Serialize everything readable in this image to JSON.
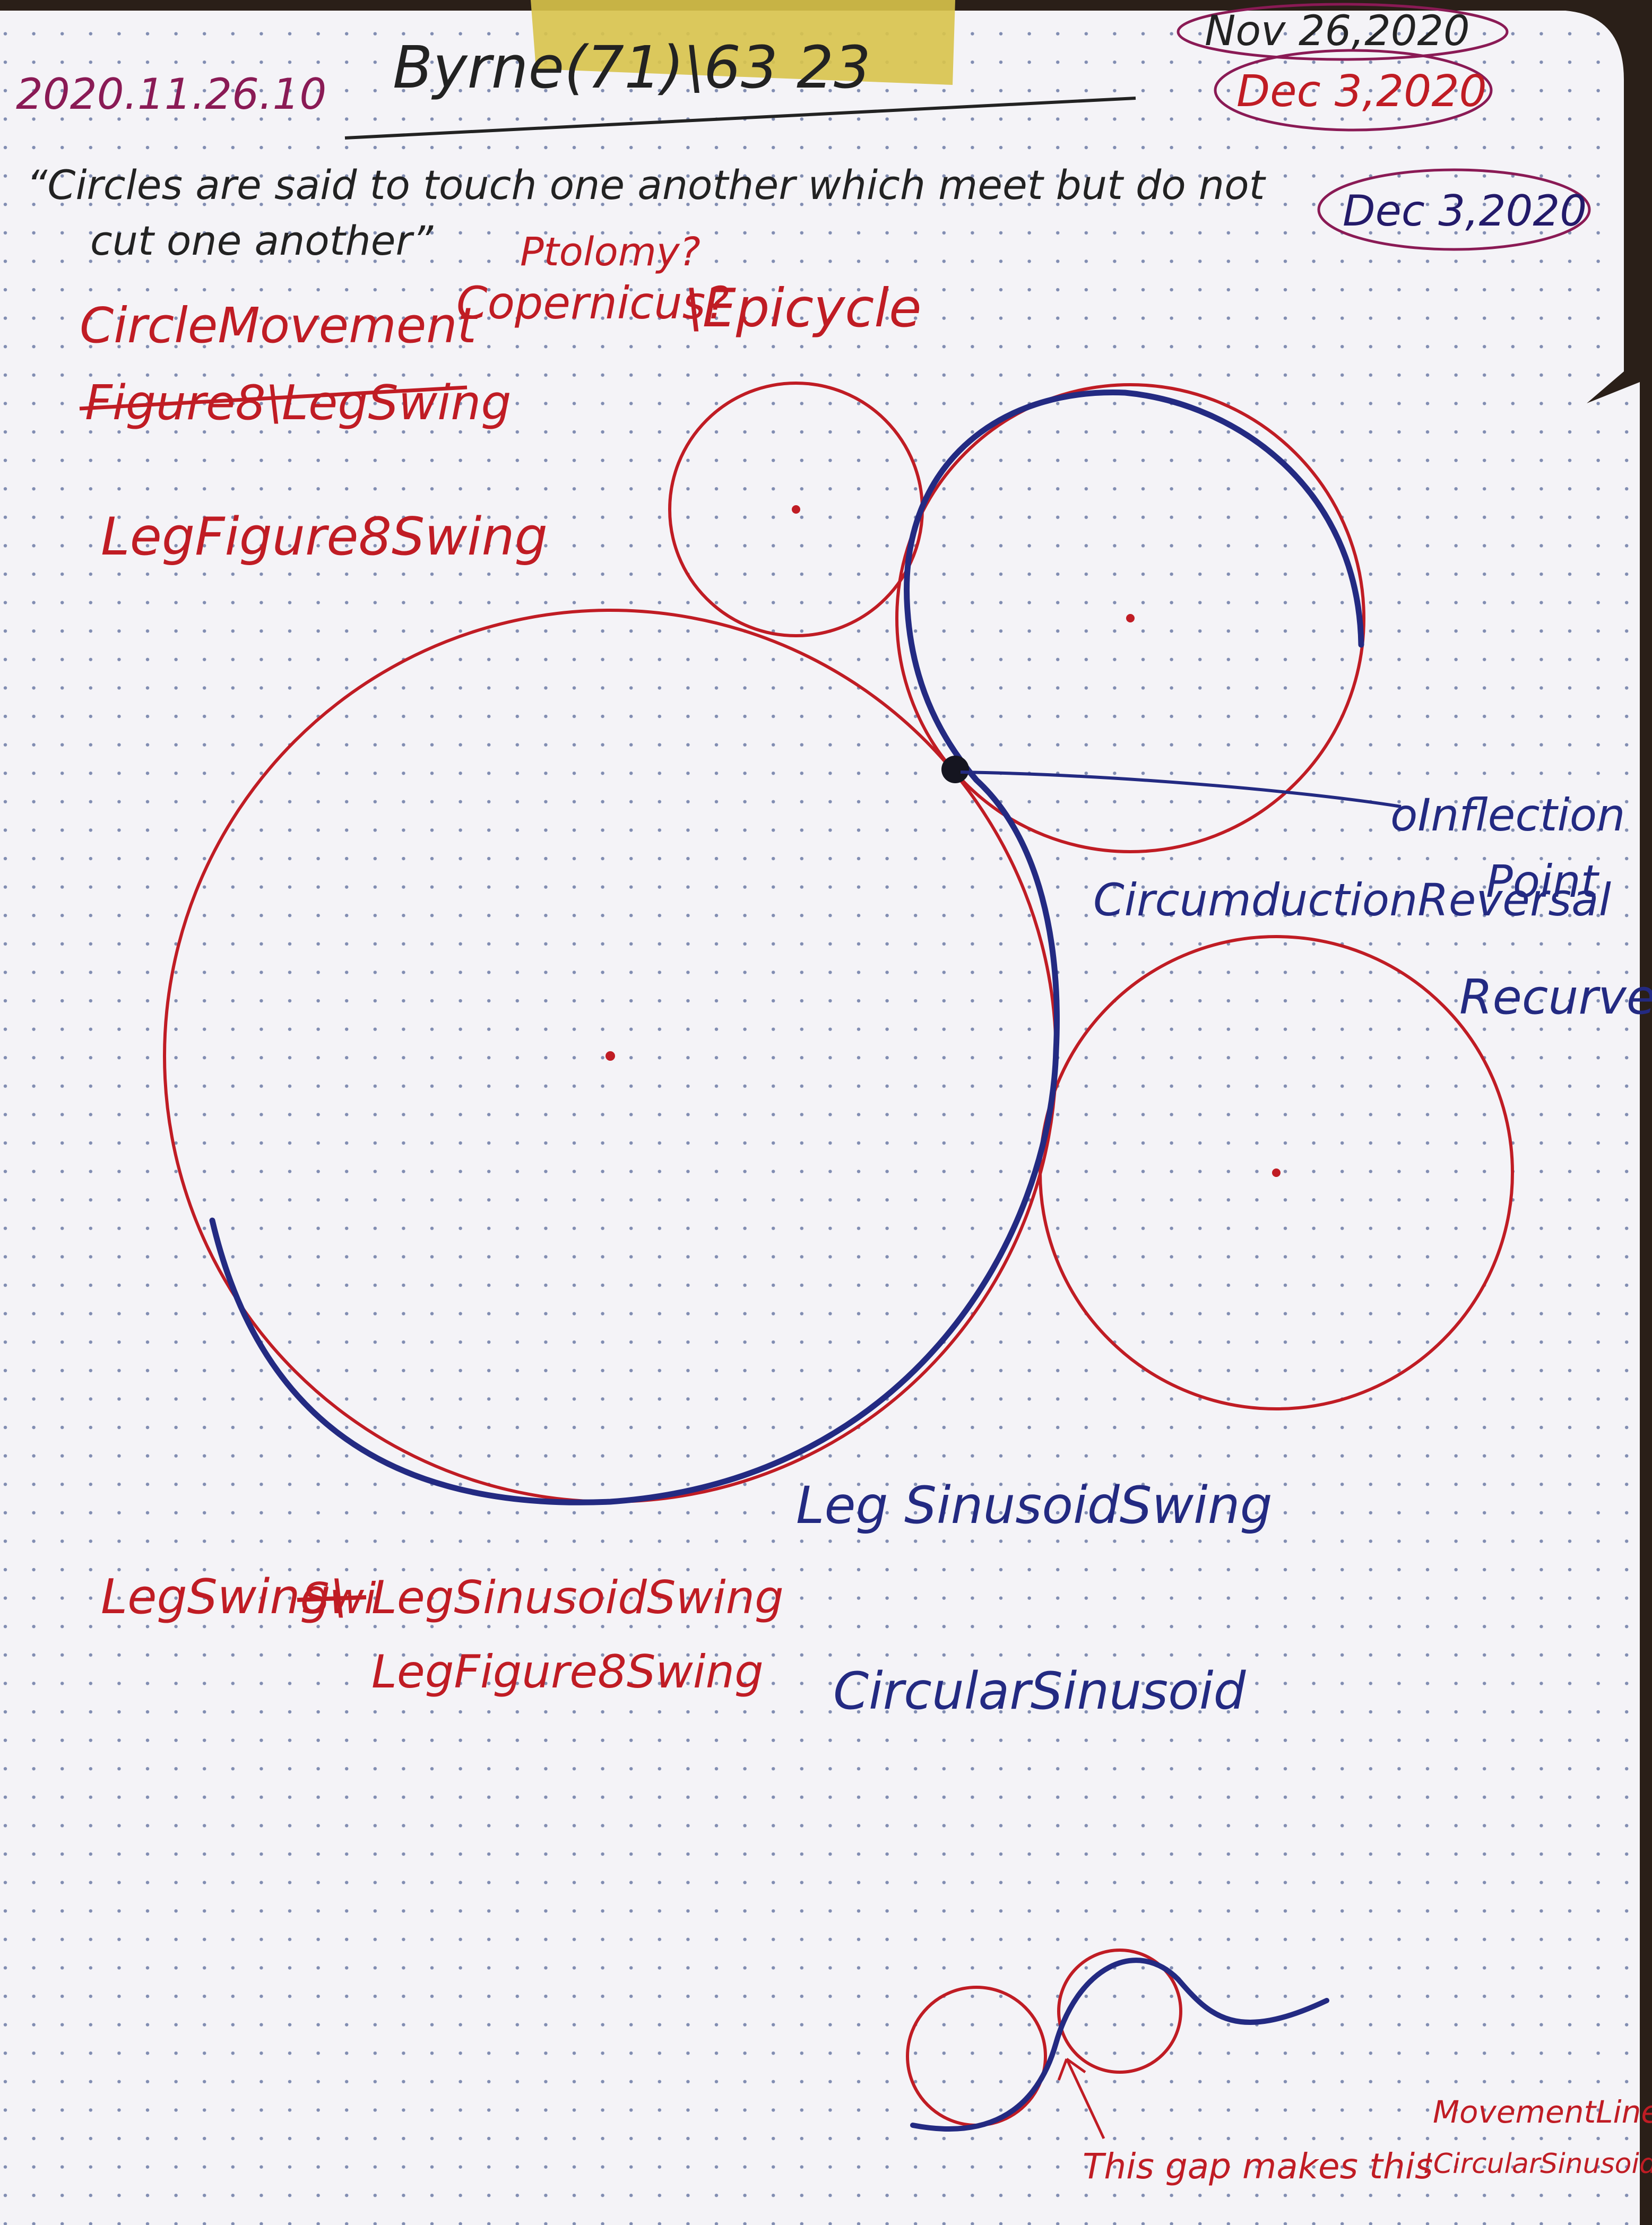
{
  "colors": {
    "paper": "#f4f3f7",
    "red_ink": "#c01c24",
    "blue_ink": "#232a82",
    "magenta_ink": "#8a1a55",
    "tape": "#d8c34a",
    "dots": "#5a6a9a"
  },
  "header": {
    "date_code": "2020.11.26.10",
    "title": "Byrne(71)\\63 23",
    "quote_line1": "“Circles are said to touch one another which meet but do not",
    "quote_line2": "cut one another”",
    "date_nov": "Nov 26,2020",
    "date_dec_top": "Dec 3,2020",
    "date_dec_right": "Dec 3,2020"
  },
  "notes": {
    "ptolomy": "Ptolomy?",
    "copernicus": "Copernicus?",
    "epicycle": "\\Epicycle",
    "circle_movement": "CircleMovement",
    "figure8_struck": "Figure8\\LegSwing",
    "leg_figure8_swing": "LegFigure8Swing",
    "inflection_point_1": "oInflection",
    "inflection_point_2": "Point",
    "circumduction": "CircumductionReversal",
    "recurve": "Recurve",
    "leg_sinusoid_swing": "Leg SinusoidSwing",
    "circular_sinusoid": "CircularSinusoid",
    "bottom_left_1": "LegSwing\\",
    "bottom_left_struck": "Swi",
    "bottom_left_2": "LegSinusoidSwing",
    "bottom_left_3": "LegFigure8Swing",
    "gap_note": "This gap makes this",
    "gap_note_2": "MovementLine",
    "gap_note_3": "!CircularSinusoid"
  }
}
